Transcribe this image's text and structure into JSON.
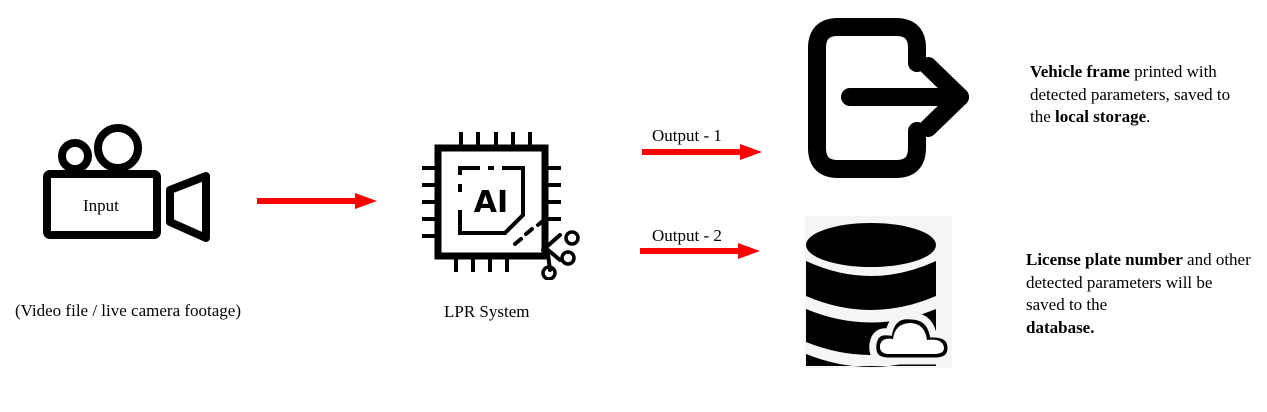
{
  "input": {
    "icon": "video-camera-icon",
    "label": "Input",
    "caption": "(Video file / live camera footage)"
  },
  "system": {
    "icon": "ai-chip-icon",
    "chip_text": "AI",
    "caption": "LPR System"
  },
  "outputs": [
    {
      "label": "Output - 1",
      "icon": "export-arrow-icon",
      "description": [
        {
          "text": "Vehicle frame",
          "bold": true
        },
        {
          "text": " printed with detected parameters, saved to the ",
          "bold": false
        },
        {
          "text": "local storage",
          "bold": true
        },
        {
          "text": ".",
          "bold": false
        }
      ]
    },
    {
      "label": "Output - 2",
      "icon": "database-cloud-icon",
      "description": [
        {
          "text": "License plate number",
          "bold": true
        },
        {
          "text": " and other detected parameters will be saved to the ",
          "bold": false
        },
        {
          "text": "database.",
          "bold": true
        }
      ]
    }
  ],
  "colors": {
    "arrow": "#ff0000",
    "icon": "#000000",
    "db_background": "#f5f5f5"
  }
}
